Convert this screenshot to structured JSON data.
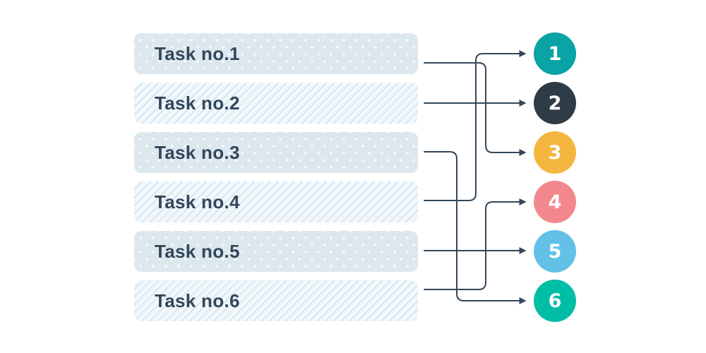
{
  "canvas": {
    "background": "#ffffff"
  },
  "styles": {
    "line_color": "#33475b",
    "text_color": "#33475b",
    "dot_box_bg": "#dce8ee",
    "stripe_box_bg": "#f1f7fa"
  },
  "tasks": [
    {
      "label": "Task no.1",
      "pattern": "dots"
    },
    {
      "label": "Task no.2",
      "pattern": "stripes"
    },
    {
      "label": "Task no.3",
      "pattern": "dots"
    },
    {
      "label": "Task no.4",
      "pattern": "stripes"
    },
    {
      "label": "Task no.5",
      "pattern": "dots"
    },
    {
      "label": "Task no.6",
      "pattern": "stripes"
    }
  ],
  "badges": [
    {
      "number": "1",
      "color": "#0aa3a6"
    },
    {
      "number": "2",
      "color": "#2d3c47"
    },
    {
      "number": "3",
      "color": "#f5b63f"
    },
    {
      "number": "4",
      "color": "#f2888e"
    },
    {
      "number": "5",
      "color": "#63c1e8"
    },
    {
      "number": "6",
      "color": "#00bda5"
    }
  ],
  "connections": [
    {
      "from": 1,
      "to": 3
    },
    {
      "from": 2,
      "to": 2
    },
    {
      "from": 3,
      "to": 6
    },
    {
      "from": 4,
      "to": 1
    },
    {
      "from": 5,
      "to": 5
    },
    {
      "from": 6,
      "to": 4
    }
  ]
}
